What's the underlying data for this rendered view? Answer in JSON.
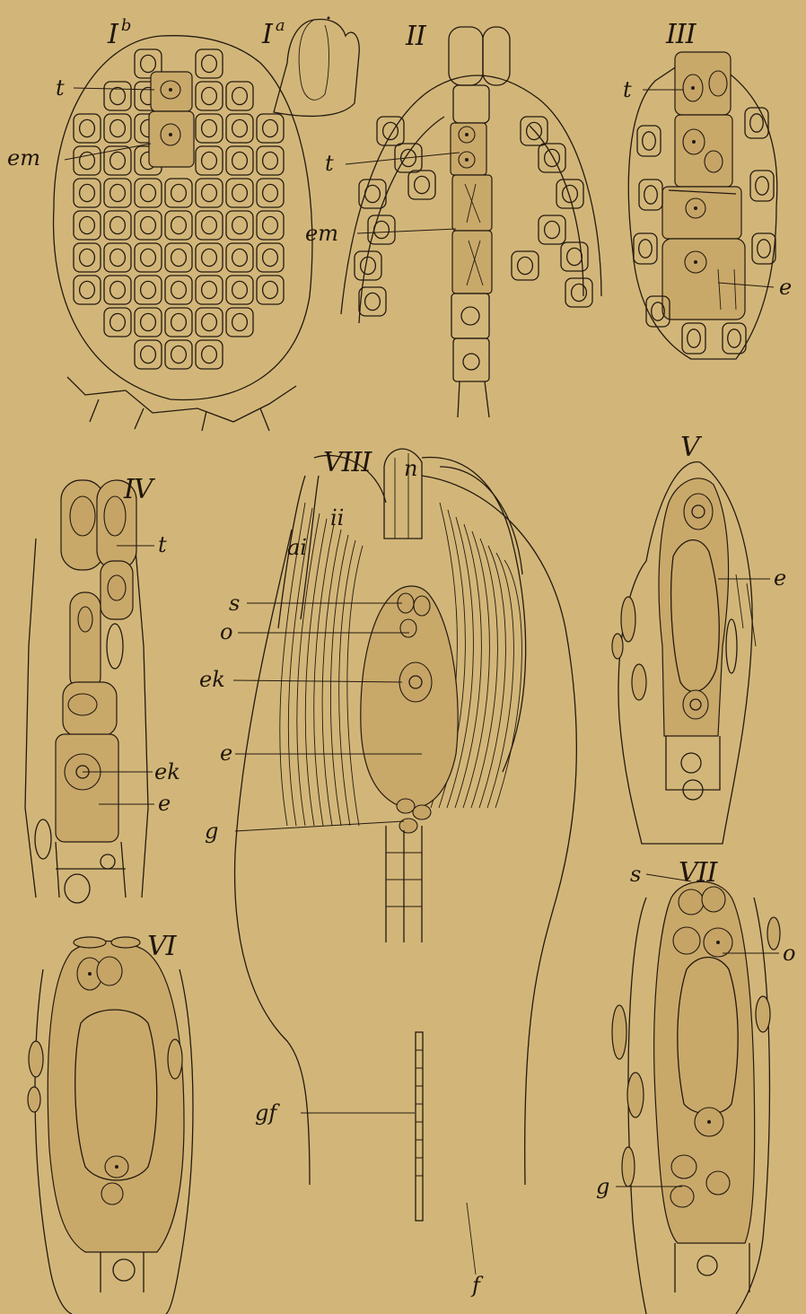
{
  "figures": {
    "I_b": {
      "numeral": "I",
      "sup": "b"
    },
    "I_a": {
      "numeral": "I",
      "sup": "a"
    },
    "II": {
      "numeral": "II"
    },
    "III": {
      "numeral": "III"
    },
    "IV": {
      "numeral": "IV"
    },
    "V": {
      "numeral": "V"
    },
    "VI": {
      "numeral": "VI"
    },
    "VII": {
      "numeral": "VII"
    },
    "VIII": {
      "numeral": "VIII"
    }
  },
  "labels": {
    "t": "t",
    "em": "em",
    "e": "e",
    "ek": "ek",
    "s": "s",
    "o": "o",
    "g": "g",
    "n": "n",
    "ii": "ii",
    "ai": "ai",
    "gf": "gf",
    "f": "f"
  },
  "colors": {
    "paper": "#d2b679",
    "ink": "#241a10",
    "stipple": "#c9a96a"
  }
}
